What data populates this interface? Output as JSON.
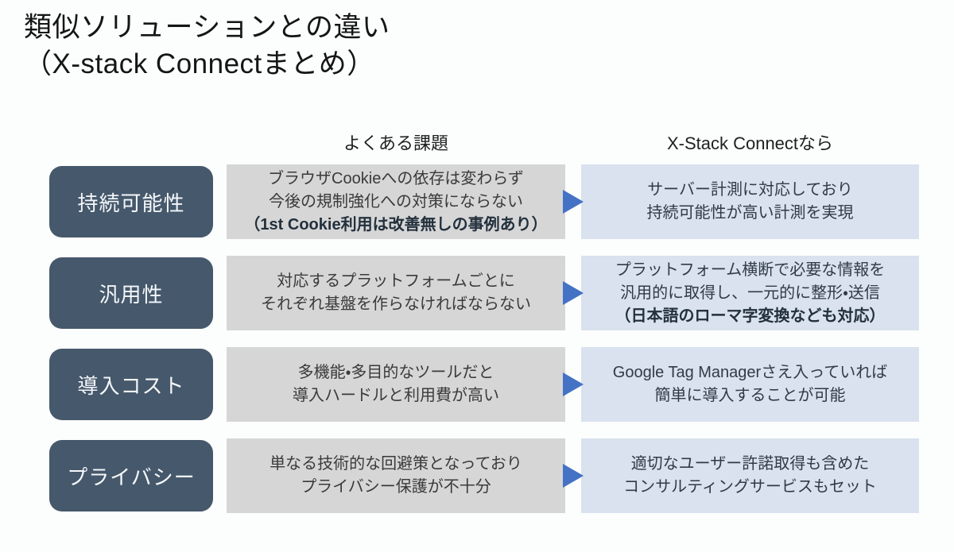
{
  "slide": {
    "title_line1": "類似ソリューションとの違い",
    "title_line2": "（X-stack Connectまとめ）",
    "columns": {
      "problem": "よくある課題",
      "solution": "X-Stack Connectなら"
    }
  },
  "colors": {
    "label_bg": "#46586b",
    "problem_bg": "#d6d6d6",
    "solution_bg": "#d9e2ee",
    "arrow": "#4472c4",
    "background": "#fcfdfd"
  },
  "rows": [
    {
      "label": "持続可能性",
      "problem": {
        "line1": "ブラウザCookieへの依存は変わらず",
        "line2": "今後の規制強化への対策にならない",
        "line3_bold": "（1st Cookie利用は改善無しの事例あり）"
      },
      "solution": {
        "line1": "サーバー計測に対応しており",
        "line2": "持続可能性が高い計測を実現"
      }
    },
    {
      "label": "汎用性",
      "problem": {
        "line1": "対応するプラットフォームごとに",
        "line2": "それぞれ基盤を作らなければならない"
      },
      "solution": {
        "line1": "プラットフォーム横断で必要な情報を",
        "line2": "汎用的に取得し、一元的に整形・送信",
        "line3_bold": "（日本語のローマ字変換なども対応）"
      }
    },
    {
      "label": "導入コスト",
      "problem": {
        "line1": "多機能・多目的なツールだと",
        "line2": "導入ハードルと利用費が高い"
      },
      "solution": {
        "line1": "Google Tag Managerさえ入っていれば",
        "line2": "簡単に導入することが可能"
      }
    },
    {
      "label": "プライバシー",
      "problem": {
        "line1": "単なる技術的な回避策となっており",
        "line2": "プライバシー保護が不十分"
      },
      "solution": {
        "line1": "適切なユーザー許諾取得も含めた",
        "line2": "コンサルティングサービスもセット"
      }
    }
  ]
}
